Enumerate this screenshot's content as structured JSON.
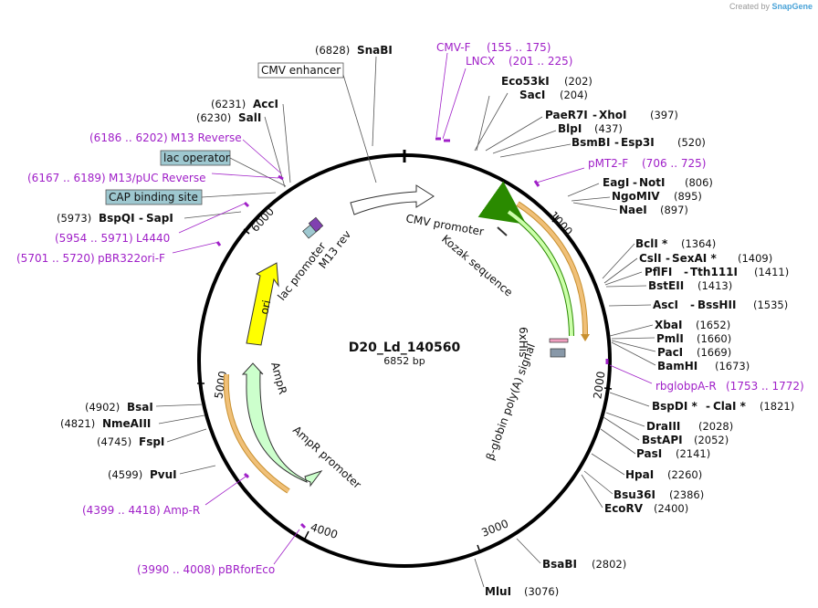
{
  "credit": {
    "prefix": "Created by",
    "brand": "SnapGene"
  },
  "plasmid": {
    "name": "D20_Ld_140560",
    "size": "6852 bp"
  },
  "ticks": [
    "1000",
    "2000",
    "3000",
    "4000",
    "5000",
    "6000"
  ],
  "features": {
    "cmv_enhancer": "CMV enhancer",
    "cmv_promoter": "CMV promoter",
    "kozak": "Kozak sequence",
    "his6": "6xHis",
    "polya": "β-globin poly(A) signal",
    "ori": "ori",
    "ampr": "AmpR",
    "ampr_promoter": "AmpR promoter",
    "lac_promoter": "lac promoter",
    "m13rev": "M13 rev",
    "lac_operator": "lac operator",
    "cap_site": "CAP binding site"
  },
  "sites": {
    "snabi": {
      "num": "(6828)",
      "name": "SnaBI"
    },
    "eco53ki": {
      "num": "(202)",
      "name": "Eco53kI"
    },
    "saci": {
      "num": "(204)",
      "name": "SacI"
    },
    "paer7i": {
      "name": "PaeR7I",
      "name2": "XhoI",
      "num": "(397)"
    },
    "blpi": {
      "name": "BlpI",
      "num": "(437)"
    },
    "bsmbi": {
      "name": "BsmBI",
      "name2": "Esp3I",
      "num": "(520)"
    },
    "eagi": {
      "name": "EagI",
      "name2": "NotI",
      "num": "(806)"
    },
    "ngomiv": {
      "name": "NgoMIV",
      "num": "(895)"
    },
    "naei": {
      "name": "NaeI",
      "num": "(897)"
    },
    "bcli": {
      "name": "BclI *",
      "num": "(1364)"
    },
    "csli": {
      "name": "CslI",
      "name2": "SexAI *",
      "num": "(1409)"
    },
    "pflfi": {
      "name": "PflFI",
      "name2": "Tth111I",
      "num": "(1411)"
    },
    "bsteii": {
      "name": "BstEII",
      "num": "(1413)"
    },
    "asci": {
      "name": "AscI",
      "name2": "BssHII",
      "num": "(1535)"
    },
    "xbai": {
      "name": "XbaI",
      "num": "(1652)"
    },
    "pmli": {
      "name": "PmlI",
      "num": "(1660)"
    },
    "paci": {
      "name": "PacI",
      "num": "(1669)"
    },
    "bamhi": {
      "name": "BamHI",
      "num": "(1673)"
    },
    "bspdi": {
      "name": "BspDI *",
      "name2": "ClaI *",
      "num": "(1821)"
    },
    "draiii": {
      "name": "DraIII",
      "num": "(2028)"
    },
    "bstapi": {
      "name": "BstAPI",
      "num": "(2052)"
    },
    "pasi": {
      "name": "PasI",
      "num": "(2141)"
    },
    "hpai": {
      "name": "HpaI",
      "num": "(2260)"
    },
    "bsu36i": {
      "name": "Bsu36I",
      "num": "(2386)"
    },
    "ecorv": {
      "name": "EcoRV",
      "num": "(2400)"
    },
    "bsabi": {
      "name": "BsaBI",
      "num": "(2802)"
    },
    "mlui": {
      "name": "MluI",
      "num": "(3076)"
    },
    "pvui": {
      "num": "(4599)",
      "name": "PvuI"
    },
    "fspi": {
      "num": "(4745)",
      "name": "FspI"
    },
    "nmeaiii": {
      "num": "(4821)",
      "name": "NmeAIII"
    },
    "bsai": {
      "num": "(4902)",
      "name": "BsaI"
    },
    "bspqi": {
      "num": "(5973)",
      "name": "BspQI",
      "name2": "SapI"
    },
    "sali": {
      "num": "(6230)",
      "name": "SalI"
    },
    "acci": {
      "num": "(6231)",
      "name": "AccI"
    }
  },
  "primers": {
    "cmvf": {
      "name": "CMV-F",
      "range": "(155 .. 175)"
    },
    "lncx": {
      "name": "LNCX",
      "range": "(201 .. 225)"
    },
    "pmt2f": {
      "name": "pMT2-F",
      "range": "(706 .. 725)"
    },
    "rbglobpa": {
      "name": "rbglobpA-R",
      "range": "(1753 .. 1772)"
    },
    "ampr": {
      "range": "(4399 .. 4418)",
      "name": "Amp-R"
    },
    "pbrforeco": {
      "range": "(3990 .. 4008)",
      "name": "pBRforEco"
    },
    "pbr322ori": {
      "range": "(5701 .. 5720)",
      "name": "pBR322ori-F"
    },
    "l4440": {
      "range": "(5954 .. 5971)",
      "name": "L4440"
    },
    "m13puc": {
      "range": "(6167 .. 6189)",
      "name": "M13/pUC Reverse"
    },
    "m13rev": {
      "range": "(6186 .. 6202)",
      "name": "M13 Reverse"
    }
  },
  "colors": {
    "primer": "#a020c8",
    "ori": "#ffff00",
    "ampr": "#ccffcc",
    "orf": "#f0b060",
    "lac_box": "#9ec8d0",
    "backbone": "#000000"
  }
}
